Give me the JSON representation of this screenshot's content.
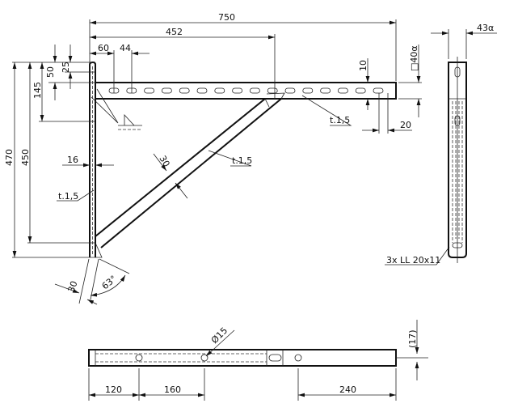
{
  "dimensions": {
    "total_length": "750",
    "brace_position": "452",
    "first_slot": "60",
    "slot_pitch": "44",
    "height_470": "470",
    "height_450": "450",
    "height_145": "145",
    "height_50": "50",
    "height_25": "25",
    "width_16": "16",
    "brace_width": "30",
    "slot_height": "10",
    "slot_length": "20",
    "profile": "□40α",
    "side_width": "43α",
    "foot_width": "30",
    "angle": "63°",
    "bottom_120": "120",
    "bottom_160": "160",
    "bottom_240": "240",
    "hole_diameter": "Ø15",
    "bottom_17": "(17)"
  },
  "notes": {
    "thickness_arm": "t.1,5",
    "thickness_brace": "t.1,5",
    "thickness_post": "t.1,5",
    "holes": "3x LL 20x11"
  },
  "colors": {
    "line": "#111111",
    "background": "#ffffff"
  }
}
